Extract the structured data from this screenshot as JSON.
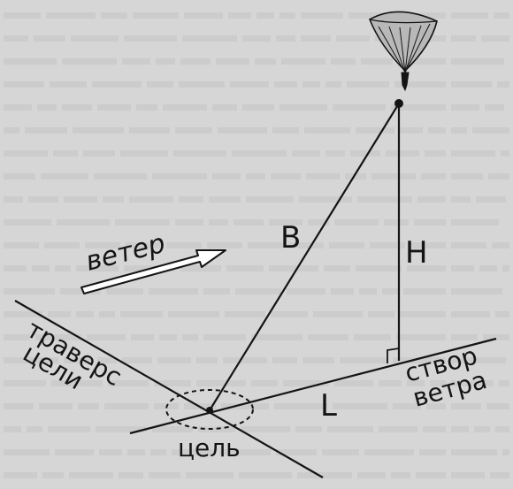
{
  "labels": {
    "wind": "ветер",
    "slant_distance": "B",
    "height": "H",
    "traverse_line1": "траверс",
    "traverse_line2": "цели",
    "wind_line1": "створ",
    "wind_line2": "ветра",
    "ground_distance": "L",
    "target": "цель"
  },
  "colors": {
    "ink": "#141414",
    "paper": "#d9d9d9"
  }
}
